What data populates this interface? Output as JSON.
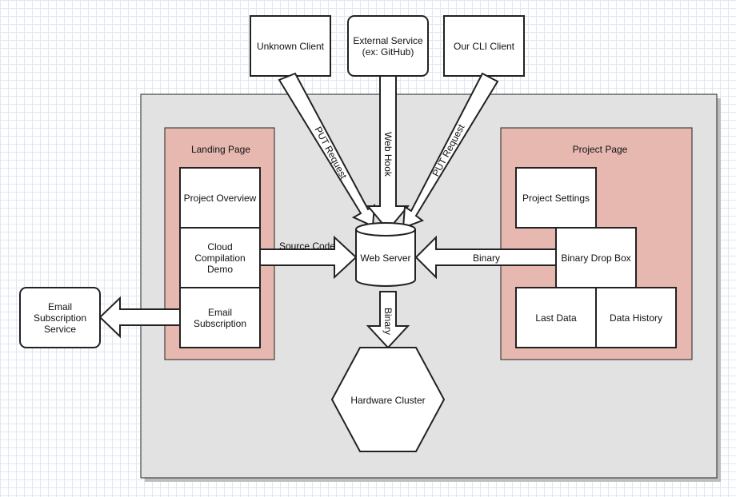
{
  "clients": {
    "unknown": "Unknown Client",
    "external_line1": "External Service",
    "external_line2": "(ex: GitHub)",
    "cli": "Our CLI Client"
  },
  "landing": {
    "title": "Landing Page",
    "overview": "Project Overview",
    "demo_line1": "Cloud",
    "demo_line2": "Compilation",
    "demo_line3": "Demo",
    "email_line1": "Email",
    "email_line2": "Subscription"
  },
  "email_service": {
    "line1": "Email",
    "line2": "Subscription",
    "line3": "Service"
  },
  "web_server": "Web Server",
  "hardware": "Hardware Cluster",
  "project": {
    "title": "Project Page",
    "settings": "Project Settings",
    "dropbox": "Binary Drop Box",
    "last_data": "Last Data",
    "history": "Data History"
  },
  "arrows": {
    "put_left": "PUT Request",
    "webhook": "Web Hook",
    "put_right": "PUT Request",
    "source_code": "Source Code",
    "binary_in": "Binary",
    "binary_down": "Binary"
  },
  "colors": {
    "container": "#e2e2e2",
    "page_fill": "#e6b8b0",
    "grid": "#dfe6f3"
  }
}
